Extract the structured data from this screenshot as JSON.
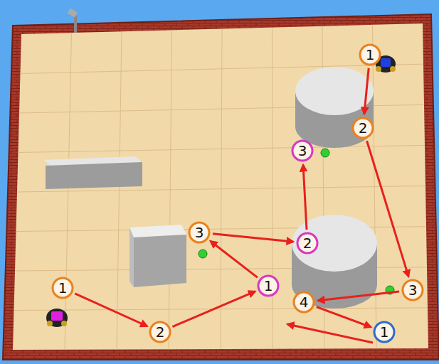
{
  "diagram": {
    "nodes": [
      {
        "text": [
          "1"
        ]
      },
      {
        "text": [
          "2"
        ]
      },
      {
        "text": [
          "3"
        ]
      },
      {
        "text": [
          "3"
        ]
      },
      {
        "text": [
          "2"
        ]
      },
      {
        "text": [
          "1"
        ]
      },
      {
        "text": [
          "1"
        ]
      },
      {
        "text": [
          "3"
        ]
      },
      {
        "text": [
          "4"
        ]
      },
      {
        "text": [
          "2"
        ]
      },
      {
        "text": [
          "1"
        ]
      }
    ],
    "edges": [
      {
        "from": 0,
        "to": 1,
        "arrow": "to"
      },
      {
        "from": 1,
        "to": 7,
        "arrow": "to"
      },
      {
        "from": 7,
        "to": 8,
        "arrow": "to"
      },
      {
        "from": 8,
        "to": 10,
        "arrow": "to"
      },
      {
        "from": 6,
        "to": 9,
        "arrow": "to"
      },
      {
        "from": 9,
        "to": 5,
        "arrow": "to"
      },
      {
        "from": 5,
        "to": 3,
        "arrow": "to"
      },
      {
        "from": 3,
        "to": 4,
        "arrow": "to"
      },
      {
        "from": 4,
        "to": 2,
        "arrow": "to"
      }
    ]
  }
}
